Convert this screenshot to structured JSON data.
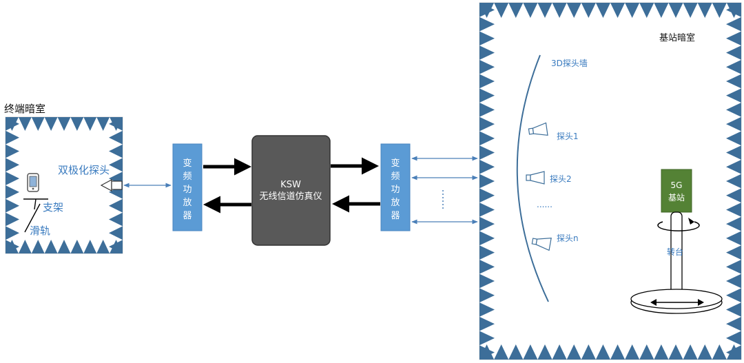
{
  "terminal_chamber": {
    "title": "终端暗室",
    "probe_label": "双极化探头",
    "bracket_label": "支架",
    "rail_label": "滑轨"
  },
  "amplifier_left": {
    "chars": [
      "变",
      "频",
      "功",
      "放",
      "器"
    ]
  },
  "emulator": {
    "name": "KSW",
    "desc": "无线信道仿真仪"
  },
  "amplifier_right": {
    "chars": [
      "变",
      "频",
      "功",
      "放",
      "器"
    ]
  },
  "bs_chamber": {
    "title": "基站暗室",
    "wall_label": "3D探头墙",
    "probe1": "探头1",
    "probe2": "探头2",
    "probe_dots": "......",
    "proben": "探头n",
    "bs_line1": "5G",
    "bs_line2": "基站",
    "turntable_label": "转台"
  },
  "colors": {
    "absorber": "#3d6e99",
    "amplifier": "#5b9bd5",
    "emulator": "#595959",
    "basestation": "#548235",
    "label_blue": "#3a7bbf"
  }
}
